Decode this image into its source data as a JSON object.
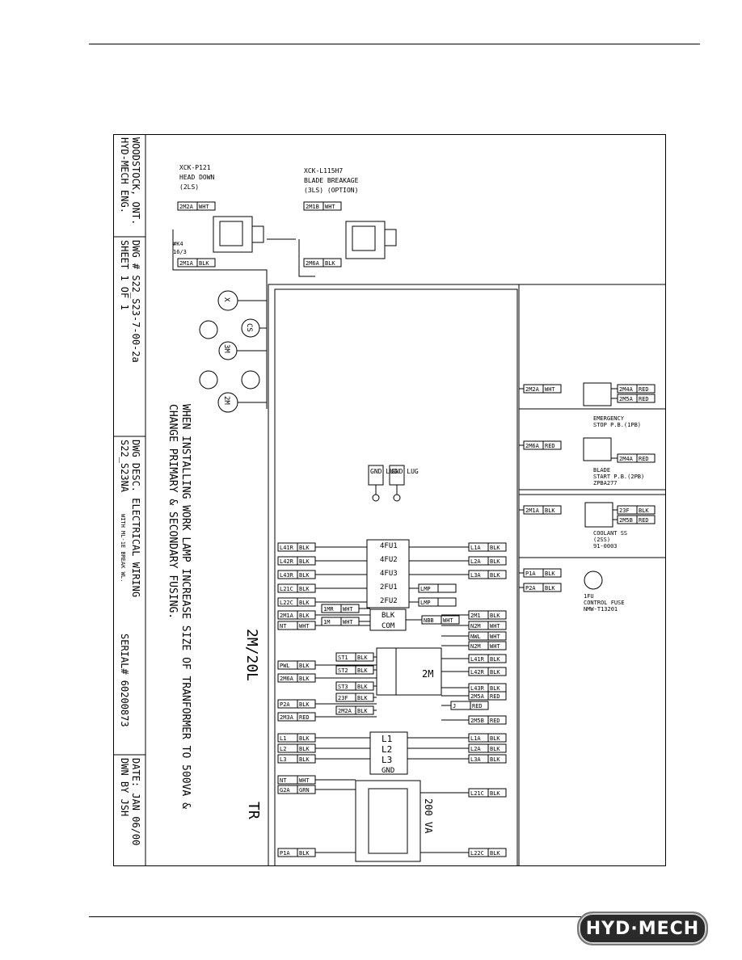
{
  "title_block": {
    "company_1": "HYD-MECH ENG.",
    "company_2": "WOODSTOCK, ONT.",
    "sheet": "SHEET 1 OF 1",
    "dwg_no": "DWG # S22_S23-7-00-2a",
    "model": "S22_S23NA",
    "model_note": "WITH ML-1E BREAK WL.",
    "serial": "SERIAL# 60200873",
    "dwg_desc": "DWG DESC. ELECTRICAL WIRING",
    "drawn_by": "DWN BY JSH",
    "date": "DATE: JAN 06/00"
  },
  "note": {
    "line1": "WHEN INSTALLING WORK LAMP INCREASE SIZE OF TRANFORMER TO 500VA &",
    "line2": "CHANGE PRIMARY & SECONDARY FUSING."
  },
  "switches": {
    "head_down_part": "XCK-P121",
    "head_down": "HEAD DOWN",
    "head_down_tag": "(2LS)",
    "blade_part": "XCK-L115H7",
    "blade": "BLADE BREAKAGE",
    "blade_tag": "(3LS)  (OPTION)",
    "cable": "#K4",
    "cable_gauge": "16/3"
  },
  "panel": {
    "contactor_label": "2M/20L",
    "transformer_label": "TR",
    "transformer_va": "200 VA",
    "contactor_box": "2M",
    "motors": [
      "X",
      "CS",
      "3M",
      "2M"
    ]
  },
  "pushbuttons": {
    "estop_1": "EMERGENCY",
    "estop_2": "STOP P.B.(1PB)",
    "estop_3": "",
    "start_1": "BLADE",
    "start_2": "START P.B.(2PB)",
    "start_3": "ZPBA277",
    "coolant_1": "COOLANT SS",
    "coolant_2": "(2SS)",
    "coolant_3": "91-0003",
    "fuse_1": "1FU",
    "fuse_2": "CONTROL FUSE",
    "fuse_3": "NMW-T13201"
  },
  "gnd": {
    "gnd1": "GND LUG",
    "gnd2": "GND LUG"
  },
  "fuses": [
    "4FU1",
    "4FU2",
    "4FU3",
    "2FU1",
    "2FU2"
  ],
  "terminals": {
    "blk": "BLK",
    "com": "COM",
    "l1": "L1",
    "l2": "L2",
    "l3": "L3",
    "gnd": "GND"
  },
  "wires_left": [
    [
      "L41R",
      "BLK"
    ],
    [
      "L42R",
      "BLK"
    ],
    [
      "L43R",
      "BLK"
    ],
    [
      "L21C",
      "BLK"
    ],
    [
      "L22C",
      "BLK"
    ],
    [
      "2M1A",
      "BLK"
    ],
    [
      "NT",
      "WHT"
    ],
    [
      "1MR",
      "WHT"
    ],
    [
      "1M",
      "WHT"
    ],
    [
      "PWL",
      "BLK"
    ],
    [
      "2M6A",
      "BLK"
    ],
    [
      "P2A",
      "BLK"
    ],
    [
      "2M3A",
      "RED"
    ],
    [
      "L1",
      "BLK"
    ],
    [
      "L2",
      "BLK"
    ],
    [
      "L3",
      "BLK"
    ],
    [
      "NT",
      "WHT"
    ],
    [
      "G2A",
      "GRN"
    ],
    [
      "P1A",
      "BLK"
    ]
  ],
  "wires_contactor": [
    [
      "ST1",
      "BLK"
    ],
    [
      "ST2",
      "BLK"
    ],
    [
      "ST3",
      "BLK"
    ],
    [
      "23F",
      "BLK"
    ],
    [
      "2M2A",
      "BLK"
    ]
  ],
  "wires_right": [
    [
      "L1A",
      "BLK"
    ],
    [
      "L2A",
      "BLK"
    ],
    [
      "L3A",
      "BLK"
    ],
    [
      "LMP",
      ""
    ],
    [
      "LMP",
      ""
    ],
    [
      "NBB",
      "WHT"
    ],
    [
      "2M1",
      "BLK"
    ],
    [
      "N2M",
      "WHT"
    ],
    [
      "NWL",
      "WHT"
    ],
    [
      "N2M",
      "WHT"
    ],
    [
      "L41R",
      "BLK"
    ],
    [
      "L42R",
      "BLK"
    ],
    [
      "L43R",
      "BLK"
    ],
    [
      "2M5A",
      "RED"
    ],
    [
      "J",
      "RED"
    ],
    [
      "2M5B",
      "RED"
    ],
    [
      "L1A",
      "BLK"
    ],
    [
      "L2A",
      "BLK"
    ],
    [
      "L3A",
      "BLK"
    ],
    [
      "L21C",
      "BLK"
    ],
    [
      "L22C",
      "BLK"
    ]
  ],
  "wires_far": [
    [
      "2M2A",
      "WHT"
    ],
    [
      "2M4A",
      "RED"
    ],
    [
      "2M5A",
      "RED"
    ],
    [
      "2M6A",
      "RED"
    ],
    [
      "2M4A",
      "RED"
    ],
    [
      "2M1A",
      "BLK"
    ],
    [
      "23F",
      "BLK"
    ],
    [
      "2M5B",
      "RED"
    ],
    [
      "P1A",
      "BLK"
    ],
    [
      "P2A",
      "BLK"
    ]
  ],
  "switch_wires": [
    [
      "2M2A",
      "WHT"
    ],
    [
      "2M1A",
      "BLK"
    ],
    [
      "2M1B",
      "WHT"
    ],
    [
      "2M6A",
      "BLK"
    ]
  ],
  "logo": "HYD·MECH"
}
